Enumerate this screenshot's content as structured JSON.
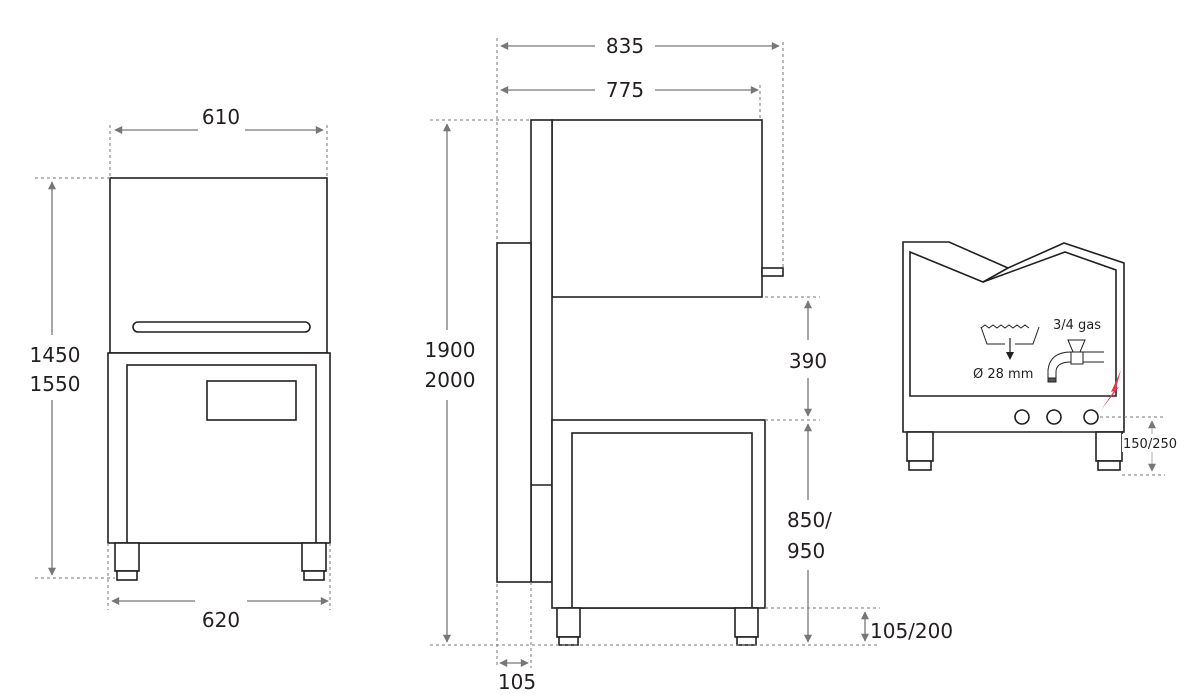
{
  "front_view": {
    "width_top": "610",
    "width_bottom": "620",
    "height_a": "1450",
    "height_b": "1550"
  },
  "side_view": {
    "depth_total": "835",
    "depth_body": "775",
    "height_a": "1900",
    "height_b": "2000",
    "gap": "390",
    "table_a": "850/",
    "table_b": "950",
    "feet": "105/200",
    "door": "105"
  },
  "connection_view": {
    "gas": "3/4 gas",
    "drain": "Ø 28 mm",
    "connection_height": "150/250"
  },
  "colors": {
    "line": "#231f20",
    "dimension": "#777777",
    "electric": "#e8334a"
  }
}
